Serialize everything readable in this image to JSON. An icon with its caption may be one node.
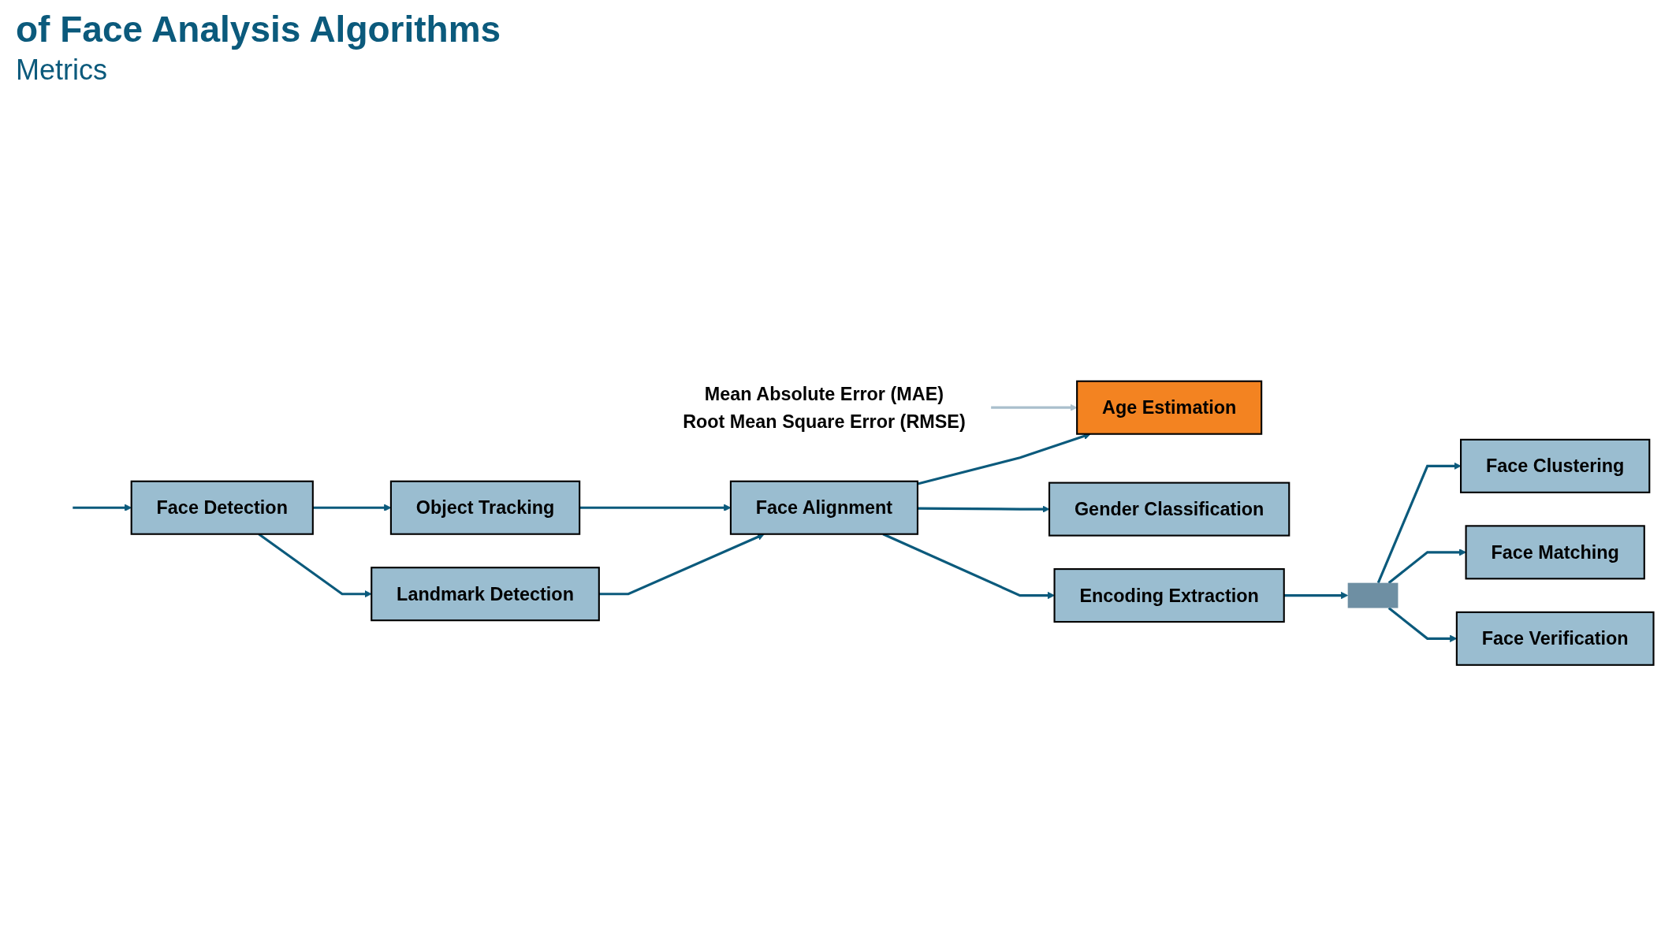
{
  "diagram": {
    "title": "of Face Analysis Algorithms",
    "nodes": [
      {
        "text": [
          "Face Detection"
        ]
      },
      {
        "text": [
          "Landmark Detection"
        ]
      },
      {
        "text": [
          "Face Alignment"
        ]
      },
      {
        "text": [
          "Object Tracking"
        ]
      },
      {
        "text": [
          "Age Estimation"
        ]
      },
      {
        "text": [
          "Gender Classification"
        ]
      },
      {
        "text": [
          "Encoding Extraction"
        ]
      },
      {
        "text": [],
        "shape": "bar"
      },
      {
        "text": [
          "Face Clustering"
        ]
      },
      {
        "text": [
          "Face Matching"
        ]
      },
      {
        "text": [
          "Face Verification"
        ]
      },
      {
        "text": [
          "Mean Absolute Error (MAE)",
          "Root Mean Square Error (RMSE)"
        ]
      }
    ],
    "edges": [
      {
        "from": null,
        "to": 0,
        "arrow": "to"
      },
      {
        "from": 0,
        "to": 1,
        "arrow": "to"
      },
      {
        "from": 1,
        "to": 2,
        "arrow": "to"
      },
      {
        "from": 0,
        "to": 3,
        "arrow": "to"
      },
      {
        "from": 3,
        "to": 2,
        "arrow": "to"
      },
      {
        "from": 2,
        "to": 4,
        "arrow": "to"
      },
      {
        "from": 2,
        "to": 5,
        "arrow": "to"
      },
      {
        "from": 2,
        "to": 6,
        "arrow": "to"
      },
      {
        "from": 6,
        "to": 7,
        "arrow": "to"
      },
      {
        "from": 7,
        "to": 8,
        "arrow": "to"
      },
      {
        "from": 7,
        "to": 9,
        "arrow": "to"
      },
      {
        "from": 7,
        "to": 10,
        "arrow": "to"
      },
      {
        "from": 11,
        "to": 4,
        "arrow": "to",
        "color": "#a9bfcc"
      }
    ],
    "labels": [
      "Metrics"
    ]
  }
}
